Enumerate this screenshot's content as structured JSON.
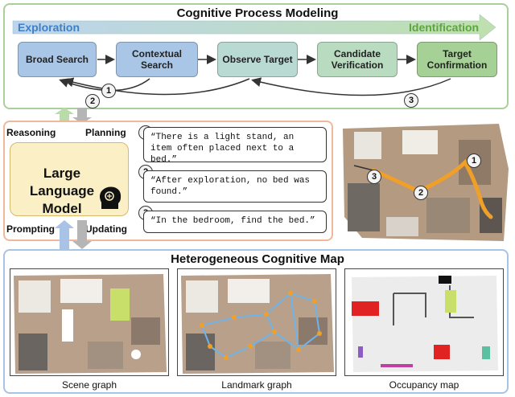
{
  "top": {
    "title": "Cognitive Process Modeling",
    "left_label": "Exploration",
    "right_label": "Identification",
    "steps": [
      {
        "label": "Broad Search",
        "color": "#a9c6e6"
      },
      {
        "label": "Contextual Search",
        "color": "#a9c6e6"
      },
      {
        "label": "Observe Target",
        "color": "#b9d9d3"
      },
      {
        "label": "Candidate Verification",
        "color": "#b9dcc0"
      },
      {
        "label": "Target Confirmation",
        "color": "#a6d196"
      }
    ],
    "loop_numbers": [
      "1",
      "2",
      "3"
    ]
  },
  "llm": {
    "title": "Large Language Model",
    "reasoning": "Reasoning",
    "planning": "Planning",
    "prompting": "Prompting",
    "updating": "Updating",
    "quotes": [
      {
        "num": "1",
        "text": "“There is a light stand, an item often placed next to a bed.”"
      },
      {
        "num": "2",
        "text": "“After exploration, no bed was found.”"
      },
      {
        "num": "3",
        "text": "“In the bedroom, find the bed.”"
      }
    ],
    "path_numbers": [
      "1",
      "2",
      "3"
    ]
  },
  "map": {
    "title": "Heterogeneous Cognitive Map",
    "captions": [
      "Scene graph",
      "Landmark graph",
      "Occupancy map"
    ]
  },
  "colors": {
    "top_border": "#a9cf9b",
    "llm_border": "#f0b89a",
    "map_border": "#a9c3e6",
    "exploration": "#3f7fc6",
    "identification": "#5ea43f",
    "path": "#f0a028"
  }
}
